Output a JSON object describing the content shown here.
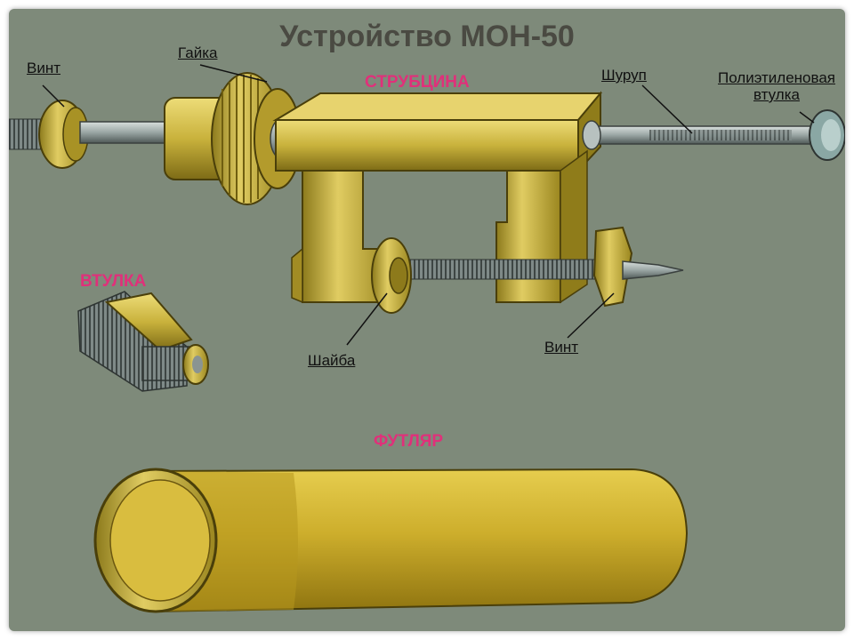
{
  "title": "Устройство МОН-50",
  "labels": {
    "vint_top": "Винт",
    "gayka": "Гайка",
    "shurup": "Шуруп",
    "vtulka_poly_line1": "Полиэтиленовая",
    "vtulka_poly_line2": "втулка",
    "shayba": "Шайба",
    "vint_bottom": "Винт"
  },
  "captions": {
    "strubtsina": "СТРУБЦИНА",
    "vtulka": "ВТУЛКА",
    "futlyar": "ФУТЛЯР"
  },
  "colors": {
    "brass": "#c9b23c",
    "brass_dark": "#8c7a1c",
    "brass_light": "#e8d56a",
    "steel": "#8e9a98",
    "caption": "#e0307a",
    "background": "#7e8a7a"
  }
}
